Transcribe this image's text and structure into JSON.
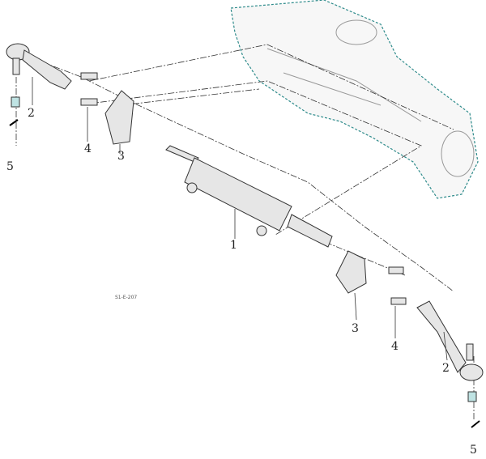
{
  "diagram_code": "S1-E-207",
  "callouts": [
    "1",
    "2",
    "3",
    "4",
    "5",
    "2",
    "3",
    "4",
    "5"
  ],
  "colors": {
    "line": "#333333",
    "housing": "#2e8b8b",
    "part_fill": "#e6e6e6"
  }
}
